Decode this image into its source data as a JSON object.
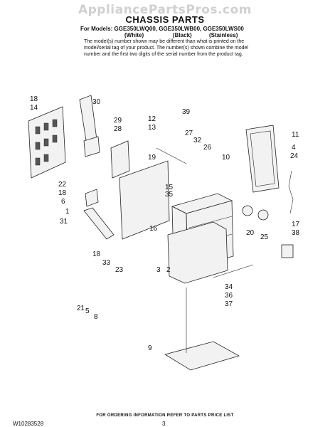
{
  "watermark": "AppliancePartsPros.com",
  "title": "CHASSIS PARTS",
  "models_line": "For Models: GGE350LWQ00, GGE350LWB00, GGE350LWS00",
  "colors": [
    "(White)",
    "(Black)",
    "(Stainless)"
  ],
  "note": "The model(s) number shown may be different than what is printed on the model/serial tag of your product. The number(s) shown combine the model number and the first two digits of the serial number from the product tag.",
  "footer_info": "FOR ORDERING INFORMATION REFER TO PARTS PRICE LIST",
  "doc_id": "W10283528",
  "page_number": "3",
  "callouts": [
    "18",
    "14",
    "30",
    "29",
    "28",
    "12",
    "13",
    "39",
    "27",
    "32",
    "26",
    "19",
    "10",
    "11",
    "4",
    "24",
    "22",
    "18",
    "6",
    "15",
    "35",
    "1",
    "31",
    "16",
    "20",
    "25",
    "17",
    "38",
    "18",
    "33",
    "23",
    "3",
    "2",
    "34",
    "36",
    "37",
    "21",
    "5",
    "8",
    "9"
  ]
}
